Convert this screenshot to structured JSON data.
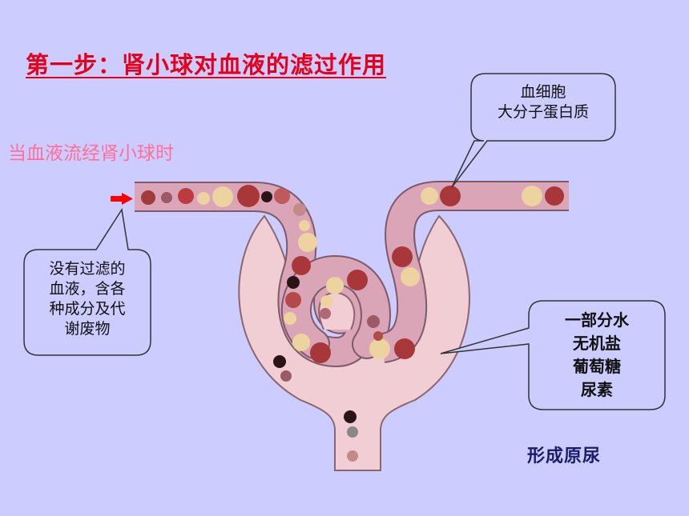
{
  "title": "第一步：肾小球对血液的滤过作用",
  "subtitle": "当血液流经肾小球时",
  "callouts": {
    "blood_cells": "血细胞\n大分子蛋白质",
    "unfiltered_blood": "没有过滤的\n血液，含各\n种成分及代\n谢废物",
    "filtrate": "一部分水\n无机盐\n葡萄糖\n尿素"
  },
  "result_label": "形成原尿",
  "colors": {
    "background": "#ccccff",
    "title": "#e8001a",
    "subtitle": "#ff6f97",
    "capsule": "#f0ced3",
    "vessel": "#dba5b8",
    "arrow": "#ff0000"
  }
}
